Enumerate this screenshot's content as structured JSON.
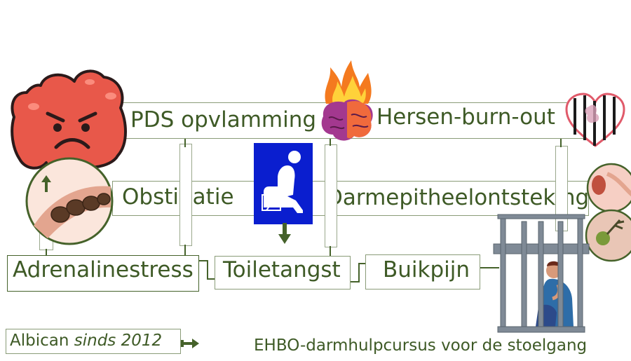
{
  "nodes": {
    "pds": "PDS opvlamming",
    "burnout": "Hersen-burn-out",
    "obstipatie": "Obstipatie",
    "darm": "Darmepitheelontsteking",
    "adrenaline": "Adrenalinestress",
    "toilet": "Toiletangst",
    "buikpijn": "Buikpijn"
  },
  "footer": {
    "brand": "Albican",
    "since": "sinds 2012",
    "course": "EHBO-darmhulpcursus voor de stoelgang"
  },
  "colors": {
    "line": "#45622a",
    "box_border": "#8a9c78",
    "toilet_sign": "#0a1ecf",
    "gut": "#e8584a"
  },
  "icons": [
    "angry-intestine-icon",
    "constipation-icon",
    "burning-brain-icon",
    "caged-heart-icon",
    "toilet-sign-icon",
    "prisoner-cage-icon",
    "gut-closeup-icon"
  ]
}
